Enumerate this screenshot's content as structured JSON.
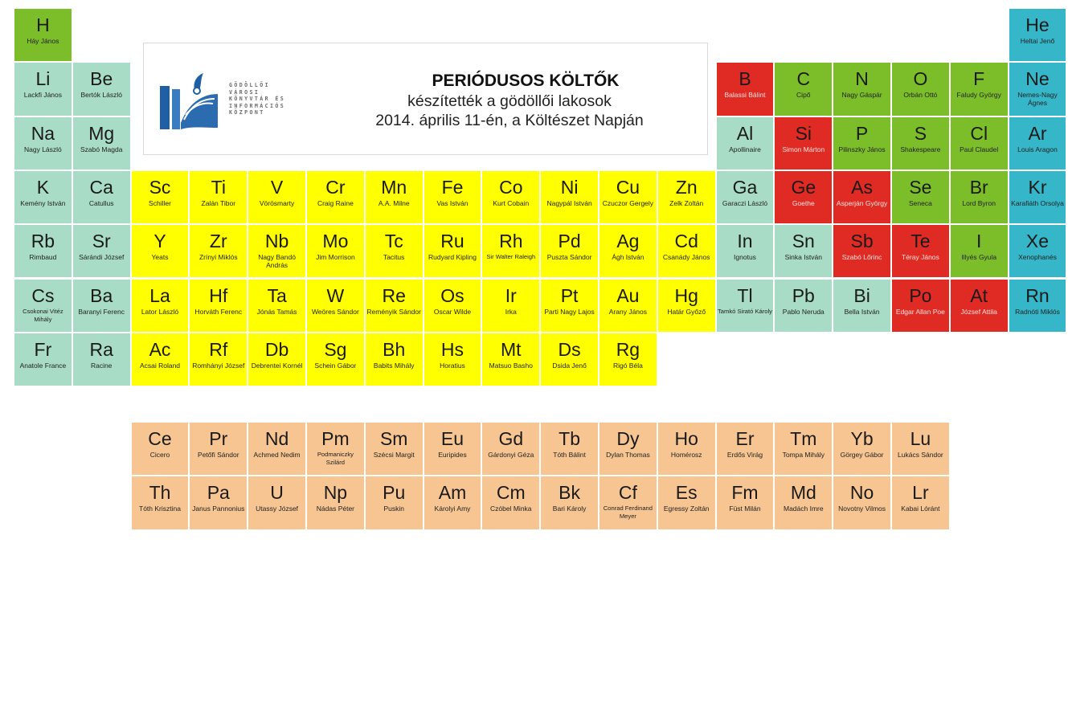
{
  "banner": {
    "title": "PERIÓDUSOS KÖLTŐK",
    "line1": "készítették a gödöllői lakosok",
    "line2": "2014. április 11-én, a Költészet Napján",
    "logo_text": [
      "GÖDÖLLŐI",
      "VÁROSI",
      "KÖNYVTÁR ÉS",
      "INFORMÁCIÓS",
      "KÖZPONT"
    ]
  },
  "colors": {
    "green": "#7cbd2a",
    "teal": "#a8dcc6",
    "cyan": "#35b7c9",
    "red": "#df2b24",
    "yellow": "#ffff00",
    "orange": "#f7c592"
  },
  "elements": [
    {
      "sym": "H",
      "name": "Háy János",
      "color": "green"
    },
    {
      "sym": "He",
      "name": "Heltai Jenő",
      "color": "cyan"
    },
    {
      "sym": "Li",
      "name": "Lackfi János",
      "color": "teal"
    },
    {
      "sym": "Be",
      "name": "Bertók László",
      "color": "teal"
    },
    {
      "sym": "B",
      "name": "Balassi Bálint",
      "color": "red"
    },
    {
      "sym": "C",
      "name": "Cipő",
      "color": "green"
    },
    {
      "sym": "N",
      "name": "Nagy Gáspár",
      "color": "green"
    },
    {
      "sym": "O",
      "name": "Orbán Ottó",
      "color": "green"
    },
    {
      "sym": "F",
      "name": "Faludy György",
      "color": "green"
    },
    {
      "sym": "Ne",
      "name": "Nemes-Nagy Ágnes",
      "color": "cyan"
    },
    {
      "sym": "Na",
      "name": "Nagy László",
      "color": "teal"
    },
    {
      "sym": "Mg",
      "name": "Szabó Magda",
      "color": "teal"
    },
    {
      "sym": "Al",
      "name": "Apollinaire",
      "color": "teal"
    },
    {
      "sym": "Si",
      "name": "Simon Márton",
      "color": "red"
    },
    {
      "sym": "P",
      "name": "Pilinszky János",
      "color": "green"
    },
    {
      "sym": "S",
      "name": "Shakespeare",
      "color": "green"
    },
    {
      "sym": "Cl",
      "name": "Paul Claudel",
      "color": "green"
    },
    {
      "sym": "Ar",
      "name": "Louis Aragon",
      "color": "cyan"
    },
    {
      "sym": "K",
      "name": "Kemény István",
      "color": "teal"
    },
    {
      "sym": "Ca",
      "name": "Catullus",
      "color": "teal"
    },
    {
      "sym": "Sc",
      "name": "Schiller",
      "color": "yellow"
    },
    {
      "sym": "Ti",
      "name": "Zalán Tibor",
      "color": "yellow"
    },
    {
      "sym": "V",
      "name": "Vörösmarty",
      "color": "yellow"
    },
    {
      "sym": "Cr",
      "name": "Craig Raine",
      "color": "yellow"
    },
    {
      "sym": "Mn",
      "name": "A.A. Milne",
      "color": "yellow"
    },
    {
      "sym": "Fe",
      "name": "Vas István",
      "color": "yellow"
    },
    {
      "sym": "Co",
      "name": "Kurt Cobain",
      "color": "yellow"
    },
    {
      "sym": "Ni",
      "name": "Nagypál István",
      "color": "yellow"
    },
    {
      "sym": "Cu",
      "name": "Czuczor Gergely",
      "color": "yellow"
    },
    {
      "sym": "Zn",
      "name": "Zelk Zoltán",
      "color": "yellow"
    },
    {
      "sym": "Ga",
      "name": "Garaczi László",
      "color": "teal"
    },
    {
      "sym": "Ge",
      "name": "Goethe",
      "color": "red"
    },
    {
      "sym": "As",
      "name": "Asperján György",
      "color": "red"
    },
    {
      "sym": "Se",
      "name": "Seneca",
      "color": "green"
    },
    {
      "sym": "Br",
      "name": "Lord Byron",
      "color": "green"
    },
    {
      "sym": "Kr",
      "name": "Karafiáth Orsolya",
      "color": "cyan"
    },
    {
      "sym": "Rb",
      "name": "Rimbaud",
      "color": "teal"
    },
    {
      "sym": "Sr",
      "name": "Sárándi József",
      "color": "teal"
    },
    {
      "sym": "Y",
      "name": "Yeats",
      "color": "yellow"
    },
    {
      "sym": "Zr",
      "name": "Zrínyi Miklós",
      "color": "yellow"
    },
    {
      "sym": "Nb",
      "name": "Nagy Bandó András",
      "color": "yellow"
    },
    {
      "sym": "Mo",
      "name": "Jim Morrison",
      "color": "yellow"
    },
    {
      "sym": "Tc",
      "name": "Tacitus",
      "color": "yellow"
    },
    {
      "sym": "Ru",
      "name": "Rudyard Kipling",
      "color": "yellow"
    },
    {
      "sym": "Rh",
      "name": "Sir Walter Raleigh",
      "color": "yellow"
    },
    {
      "sym": "Pd",
      "name": "Puszta Sándor",
      "color": "yellow"
    },
    {
      "sym": "Ag",
      "name": "Ágh István",
      "color": "yellow"
    },
    {
      "sym": "Cd",
      "name": "Csanády János",
      "color": "yellow"
    },
    {
      "sym": "In",
      "name": "Ignotus",
      "color": "teal"
    },
    {
      "sym": "Sn",
      "name": "Sinka István",
      "color": "teal"
    },
    {
      "sym": "Sb",
      "name": "Szabó Lőrinc",
      "color": "red"
    },
    {
      "sym": "Te",
      "name": "Téray János",
      "color": "red"
    },
    {
      "sym": "I",
      "name": "Illyés Gyula",
      "color": "green"
    },
    {
      "sym": "Xe",
      "name": "Xenophanés",
      "color": "cyan"
    },
    {
      "sym": "Cs",
      "name": "Csokonai Vitéz Mihály",
      "color": "teal"
    },
    {
      "sym": "Ba",
      "name": "Baranyi Ferenc",
      "color": "teal"
    },
    {
      "sym": "La",
      "name": "Lator László",
      "color": "yellow"
    },
    {
      "sym": "Hf",
      "name": "Horváth Ferenc",
      "color": "yellow"
    },
    {
      "sym": "Ta",
      "name": "Jónás Tamás",
      "color": "yellow"
    },
    {
      "sym": "W",
      "name": "Weöres Sándor",
      "color": "yellow"
    },
    {
      "sym": "Re",
      "name": "Reményik Sándor",
      "color": "yellow"
    },
    {
      "sym": "Os",
      "name": "Oscar Wilde",
      "color": "yellow"
    },
    {
      "sym": "Ir",
      "name": "Irka",
      "color": "yellow"
    },
    {
      "sym": "Pt",
      "name": "Parti Nagy Lajos",
      "color": "yellow"
    },
    {
      "sym": "Au",
      "name": "Arany János",
      "color": "yellow"
    },
    {
      "sym": "Hg",
      "name": "Határ Győző",
      "color": "yellow"
    },
    {
      "sym": "Tl",
      "name": "Tamkó Sirató Károly",
      "color": "teal"
    },
    {
      "sym": "Pb",
      "name": "Pablo Neruda",
      "color": "teal"
    },
    {
      "sym": "Bi",
      "name": "Bella István",
      "color": "teal"
    },
    {
      "sym": "Po",
      "name": "Edgar Allan Poe",
      "color": "red"
    },
    {
      "sym": "At",
      "name": "József Attila",
      "color": "red"
    },
    {
      "sym": "Rn",
      "name": "Radnóti Miklós",
      "color": "cyan"
    },
    {
      "sym": "Fr",
      "name": "Anatole France",
      "color": "teal"
    },
    {
      "sym": "Ra",
      "name": "Racine",
      "color": "teal"
    },
    {
      "sym": "Ac",
      "name": "Acsai Roland",
      "color": "yellow"
    },
    {
      "sym": "Rf",
      "name": "Romhányi József",
      "color": "yellow"
    },
    {
      "sym": "Db",
      "name": "Debrentei Kornél",
      "color": "yellow"
    },
    {
      "sym": "Sg",
      "name": "Schein Gábor",
      "color": "yellow"
    },
    {
      "sym": "Bh",
      "name": "Babits Mihály",
      "color": "yellow"
    },
    {
      "sym": "Hs",
      "name": "Horatius",
      "color": "yellow"
    },
    {
      "sym": "Mt",
      "name": "Matsuo Basho",
      "color": "yellow"
    },
    {
      "sym": "Ds",
      "name": "Dsida Jenő",
      "color": "yellow"
    },
    {
      "sym": "Rg",
      "name": "Rigó Béla",
      "color": "yellow"
    },
    {
      "sym": "Ce",
      "name": "Cicero",
      "color": "orange"
    },
    {
      "sym": "Pr",
      "name": "Petőfi Sándor",
      "color": "orange"
    },
    {
      "sym": "Nd",
      "name": "Achmed Nedim",
      "color": "orange"
    },
    {
      "sym": "Pm",
      "name": "Podmaniczky Szilárd",
      "color": "orange"
    },
    {
      "sym": "Sm",
      "name": "Szécsi Margit",
      "color": "orange"
    },
    {
      "sym": "Eu",
      "name": "Euripides",
      "color": "orange"
    },
    {
      "sym": "Gd",
      "name": "Gárdonyi Géza",
      "color": "orange"
    },
    {
      "sym": "Tb",
      "name": "Tóth Bálint",
      "color": "orange"
    },
    {
      "sym": "Dy",
      "name": "Dylan Thomas",
      "color": "orange"
    },
    {
      "sym": "Ho",
      "name": "Homérosz",
      "color": "orange"
    },
    {
      "sym": "Er",
      "name": "Erdős Virág",
      "color": "orange"
    },
    {
      "sym": "Tm",
      "name": "Tompa Mihály",
      "color": "orange"
    },
    {
      "sym": "Yb",
      "name": "Görgey Gábor",
      "color": "orange"
    },
    {
      "sym": "Lu",
      "name": "Lukács Sándor",
      "color": "orange"
    },
    {
      "sym": "Th",
      "name": "Tóth Krisztina",
      "color": "orange"
    },
    {
      "sym": "Pa",
      "name": "Janus Pannonius",
      "color": "orange"
    },
    {
      "sym": "U",
      "name": "Utassy József",
      "color": "orange"
    },
    {
      "sym": "Np",
      "name": "Nádas Péter",
      "color": "orange"
    },
    {
      "sym": "Pu",
      "name": "Puskin",
      "color": "orange"
    },
    {
      "sym": "Am",
      "name": "Károlyi Amy",
      "color": "orange"
    },
    {
      "sym": "Cm",
      "name": "Czóbel Minka",
      "color": "orange"
    },
    {
      "sym": "Bk",
      "name": "Bari Károly",
      "color": "orange"
    },
    {
      "sym": "Cf",
      "name": "Conrad Ferdinand Meyer",
      "color": "orange"
    },
    {
      "sym": "Es",
      "name": "Egressy Zoltán",
      "color": "orange"
    },
    {
      "sym": "Fm",
      "name": "Füst Milán",
      "color": "orange"
    },
    {
      "sym": "Md",
      "name": "Madách Imre",
      "color": "orange"
    },
    {
      "sym": "No",
      "name": "Novotny Vilmos",
      "color": "orange"
    },
    {
      "sym": "Lr",
      "name": "Kabai Lóránt",
      "color": "orange"
    }
  ]
}
